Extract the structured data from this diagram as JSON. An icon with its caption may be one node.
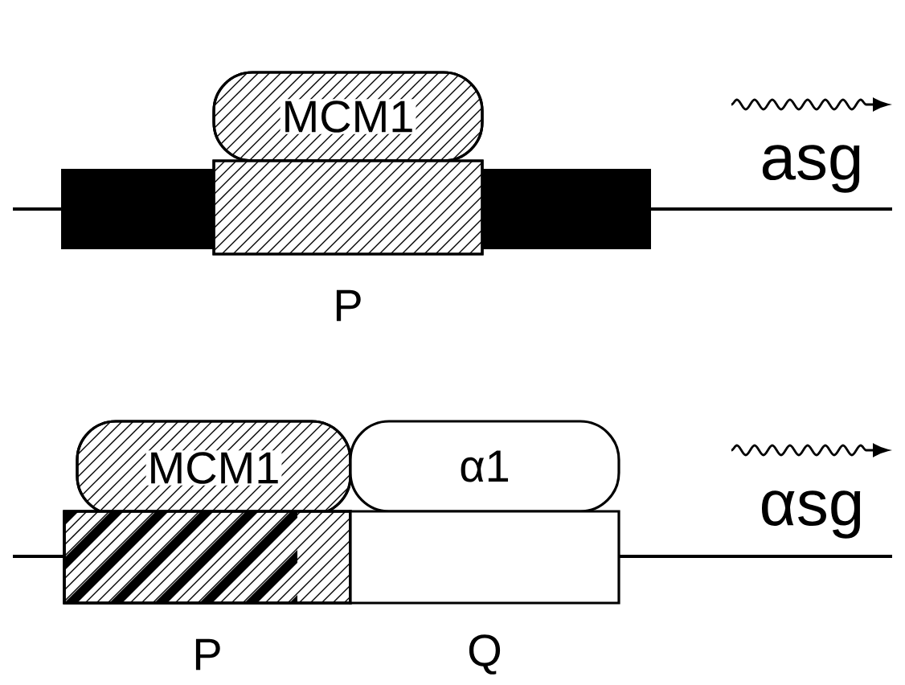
{
  "diagram": {
    "nodes": [
      {
        "text": [
          "MCM1"
        ]
      },
      {
        "text": [],
        "shape": "box",
        "beside": [
          "P"
        ]
      },
      {
        "text": [
          "MCM1"
        ]
      },
      {
        "text": [
          "α1"
        ]
      },
      {
        "text": [],
        "shape": "box",
        "beside": [
          "P"
        ]
      },
      {
        "text": [],
        "shape": "box",
        "beside": [
          "Q"
        ]
      }
    ],
    "labels": [
      "asg",
      "αsg"
    ]
  }
}
